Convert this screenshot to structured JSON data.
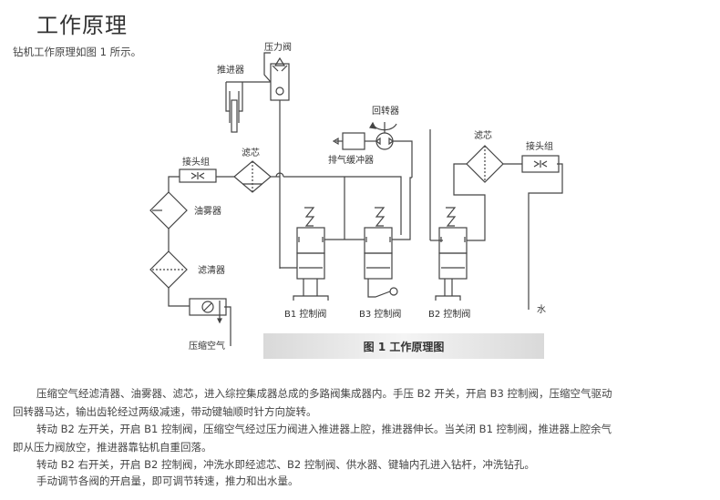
{
  "page": {
    "title": "工作原理",
    "intro": "钻机工作原理如图 1 所示。"
  },
  "diagram": {
    "labels": {
      "pressure_valve": "压力阀",
      "propeller": "推进器",
      "rotator": "回转器",
      "exhaust_buffer": "排气缓冲器",
      "filter_core_left": "滤芯",
      "filter_core_right": "滤芯",
      "connector_left": "接头组",
      "connector_right": "接头组",
      "oil_mist": "油雾器",
      "air_filter": "滤清器",
      "compressed_air": "压缩空气",
      "b1_valve": "B1 控制阀",
      "b3_valve": "B3 控制阀",
      "b2_valve": "B2 控制阀",
      "water": "水"
    },
    "caption": "图 1 工作原理图"
  },
  "body": {
    "paragraphs": [
      "压缩空气经滤清器、油雾器、滤芯，进入综控集成器总成的多路阀集成器内。手压 B2 开关，开启 B3 控制阀，压缩空气驱动",
      "回转器马达，输出齿轮经过两级减速，带动键轴顺时针方向旋转。",
      "转动 B2 左开关，开启 B1 控制阀，压缩空气经过压力阀进入推进器上腔，推进器伸长。当关闭 B1 控制阀，推进器上腔余气",
      "即从压力阀放空，推进器靠钻机自重回落。",
      "转动 B2 右开关，开启 B2 控制阀，冲洗水即经滤芯、B2 控制阀、供水器、键轴内孔进入钻杆，冲洗钻孔。",
      "手动调节各阀的开启量，即可调节转速，推力和出水量。"
    ]
  }
}
